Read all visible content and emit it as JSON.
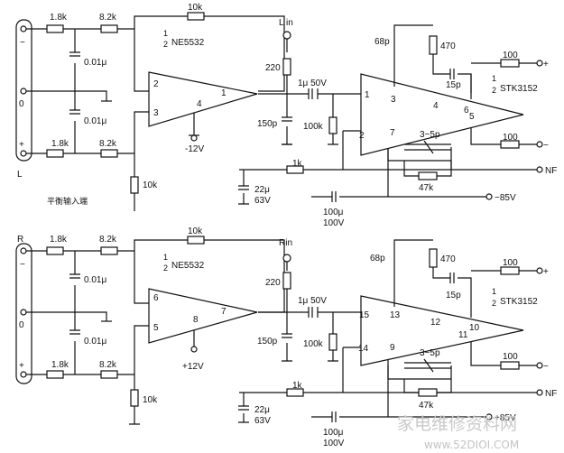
{
  "top": {
    "input": {
      "label": "L",
      "pin_minus": "−",
      "pin_zero": "0",
      "pin_plus": "+",
      "caption": "平衡输入端"
    },
    "resistors": {
      "r_in_a": "1.8k",
      "r_in_b": "1.8k",
      "r_mid_a": "8.2k",
      "r_mid_b": "8.2k",
      "r_fb": "10k",
      "r_gnd": "10k",
      "r_lin": "220",
      "r_dc": "100k",
      "r_nf": "1k",
      "r_comp": "470",
      "r_cf": "47k",
      "r_out_p": "100",
      "r_out_m": "100"
    },
    "caps": {
      "c1": "0.01μ",
      "c2": "0.01μ",
      "c_in": "1μ 50V",
      "c_filt": "150p",
      "c_comp": "68p",
      "c_out": "15p",
      "c_nf": "22μ",
      "c_nf_v": "63V",
      "c_bulk": "100μ",
      "c_bulk_v": "100V",
      "c_var": "3~5p"
    },
    "opamp": {
      "name": "NE5532",
      "frac_num": "1",
      "frac_den": "2",
      "pin_in_a": "2",
      "pin_in_b": "3",
      "pin_supply": "4",
      "pin_out": "1",
      "supply": "-12V"
    },
    "amp": {
      "name": "STK3152",
      "frac_num": "1",
      "frac_den": "2",
      "pin_in": "1",
      "pin_a": "3",
      "pin_b": "4",
      "pin_c": "6",
      "pin_d": "5",
      "pin_e": "2",
      "pin_f": "7"
    },
    "labels": {
      "line_in": "L in",
      "nf": "NF",
      "rail": "−85V",
      "out_plus": "+",
      "out_minus": "−"
    }
  },
  "bottom": {
    "input": {
      "label": "R",
      "pin_minus": "−",
      "pin_zero": "0",
      "pin_plus": "+"
    },
    "resistors": {
      "r_in_a": "1.8k",
      "r_in_b": "1.8k",
      "r_mid_a": "8.2k",
      "r_mid_b": "8.2k",
      "r_fb": "10k",
      "r_gnd": "10k",
      "r_lin": "220",
      "r_dc": "100k",
      "r_nf": "1k",
      "r_comp": "470",
      "r_cf": "47k",
      "r_out_p": "100",
      "r_out_m": "100"
    },
    "caps": {
      "c1": "0.01μ",
      "c2": "0.01μ",
      "c_in": "1μ 50V",
      "c_filt": "150p",
      "c_comp": "68p",
      "c_out": "15p",
      "c_nf": "22μ",
      "c_nf_v": "63V",
      "c_bulk": "100μ",
      "c_bulk_v": "100V",
      "c_var": "3~5p"
    },
    "opamp": {
      "name": "NE5532",
      "frac_num": "1",
      "frac_den": "2",
      "pin_in_a": "6",
      "pin_in_b": "5",
      "pin_supply": "8",
      "pin_out": "7",
      "supply": "+12V"
    },
    "amp": {
      "name": "STK3152",
      "frac_num": "1",
      "frac_den": "2",
      "pin_in": "15",
      "pin_a": "13",
      "pin_b": "12",
      "pin_c": "11",
      "pin_d": "10",
      "pin_e": "14",
      "pin_f": "9"
    },
    "labels": {
      "line_in": "Rin",
      "nf": "NF",
      "rail": "+85V",
      "out_plus": "+",
      "out_minus": "−"
    }
  },
  "watermark": {
    "text": "家电维修资料网",
    "url": "www.52DIOI.COM"
  }
}
